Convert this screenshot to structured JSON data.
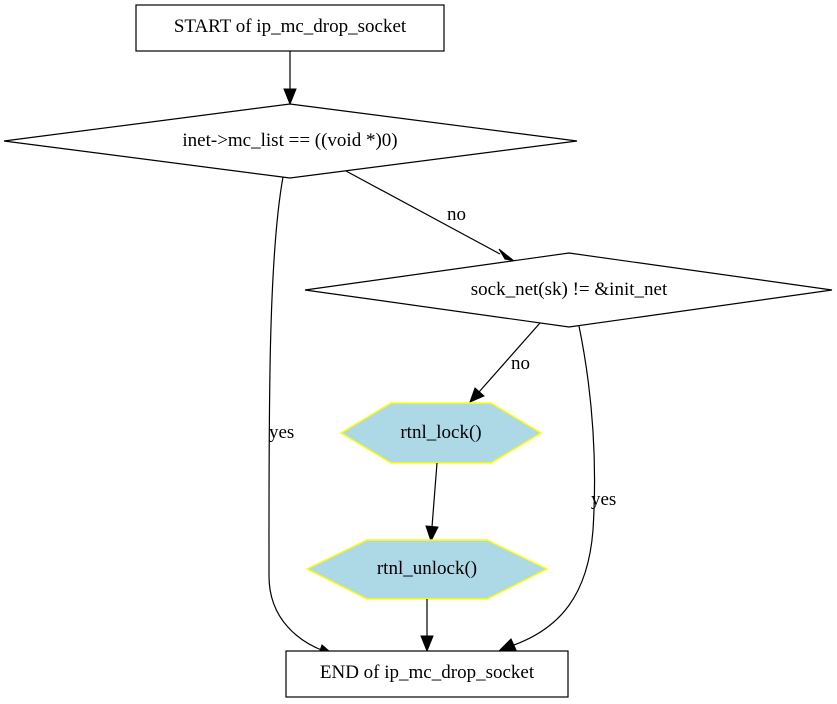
{
  "nodes": {
    "start": {
      "label": "START of ip_mc_drop_socket"
    },
    "decision_mc_list": {
      "label": "inet->mc_list == ((void *)0)"
    },
    "decision_sock_net": {
      "label": "sock_net(sk) != &init_net"
    },
    "rtnl_lock": {
      "label": "rtnl_lock()"
    },
    "rtnl_unlock": {
      "label": "rtnl_unlock()"
    },
    "end": {
      "label": "END of ip_mc_drop_socket"
    }
  },
  "edges": {
    "mc_list_no": {
      "label": "no"
    },
    "mc_list_yes": {
      "label": "yes"
    },
    "sock_net_no": {
      "label": "no"
    },
    "sock_net_yes": {
      "label": "yes"
    }
  },
  "colors": {
    "function_fill": "#add8e6",
    "function_stroke": "#ffff00"
  }
}
